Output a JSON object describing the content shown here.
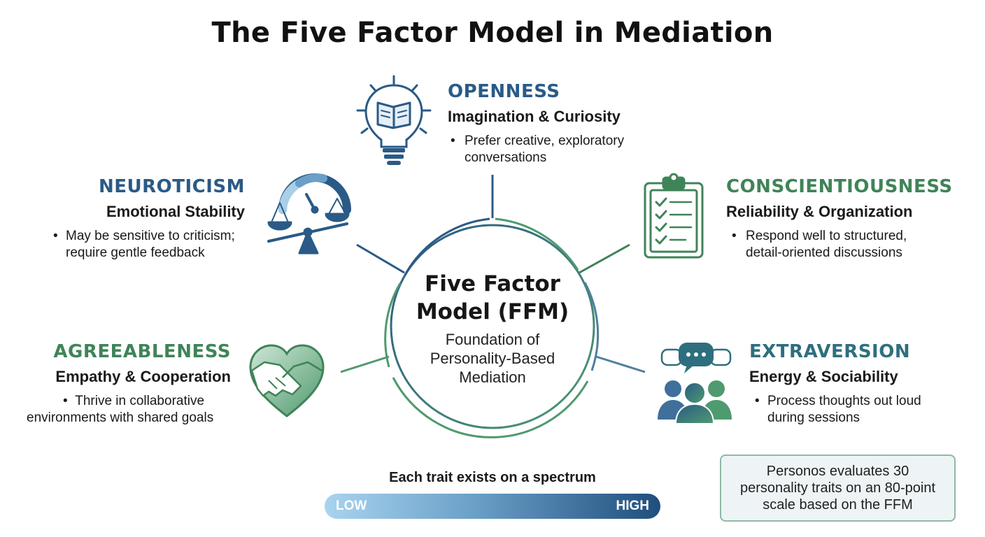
{
  "title": "The Five Factor Model in Mediation",
  "center": {
    "title_line1": "Five Factor",
    "title_line2": "Model (FFM)",
    "subtitle_line1": "Foundation of",
    "subtitle_line2": "Personality-Based",
    "subtitle_line3": "Mediation"
  },
  "traits": {
    "openness": {
      "name": "OPENNESS",
      "subtitle": "Imagination & Curiosity",
      "desc_line1": "Prefer creative, exploratory",
      "desc_line2": "conversations",
      "icon": "lightbulb-book-icon",
      "color": "#2a5a86"
    },
    "conscientiousness": {
      "name": "CONSCIENTIOUSNESS",
      "subtitle": "Reliability & Organization",
      "desc_line1": "Respond well to structured,",
      "desc_line2": "detail-oriented discussions",
      "icon": "clipboard-checklist-icon",
      "color": "#3f8458"
    },
    "extraversion": {
      "name": "EXTRAVERSION",
      "subtitle": "Energy & Sociability",
      "desc_line1": "Process thoughts out loud",
      "desc_line2": "during sessions",
      "icon": "people-chat-icon",
      "color": "#2e6f7f"
    },
    "agreeableness": {
      "name": "AGREEABLENESS",
      "subtitle": "Empathy & Cooperation",
      "desc_line1": "Thrive in collaborative",
      "desc_line2": "environments with shared goals",
      "icon": "handshake-heart-icon",
      "color": "#3f8458"
    },
    "neuroticism": {
      "name": "NEUROTICISM",
      "subtitle": "Emotional Stability",
      "desc_line1": "May be sensitive to criticism;",
      "desc_line2": "require gentle feedback",
      "icon": "scale-gauge-icon",
      "color": "#2a5a86"
    }
  },
  "bullet": "•",
  "spectrum": {
    "label": "Each trait exists on a spectrum",
    "low": "LOW",
    "high": "HIGH"
  },
  "note": "Personos evaluates 30 personality traits on an 80-point scale based on the FFM"
}
